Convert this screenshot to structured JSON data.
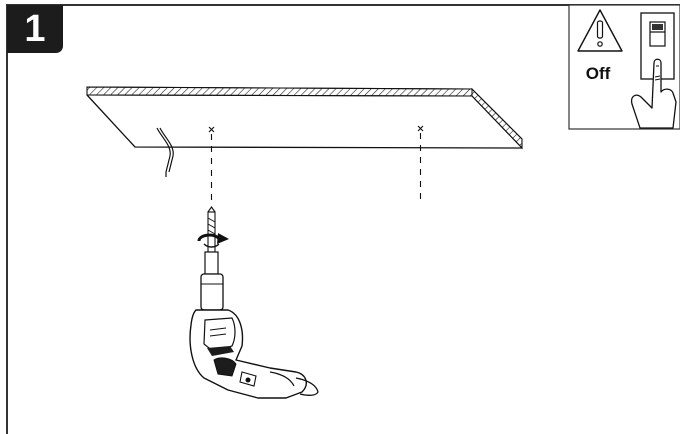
{
  "step": {
    "number": "1"
  },
  "warning_box": {
    "label": "Off",
    "icons": [
      "warning-triangle-icon",
      "wall-switch-icon",
      "hand-pressing-icon"
    ]
  },
  "illustration": {
    "components": [
      "ceiling-board",
      "power-cable",
      "drill-mark-left",
      "drill-mark-right",
      "power-drill",
      "drill-bit"
    ],
    "colors": {
      "line": "#111111",
      "badge": "#1c1c1c",
      "background": "#ffffff"
    }
  }
}
